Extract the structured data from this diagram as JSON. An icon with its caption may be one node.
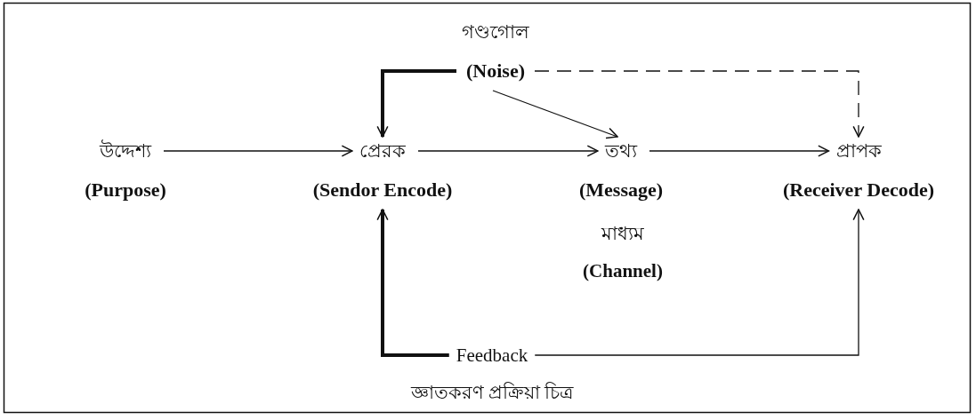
{
  "diagram": {
    "caption": "জ্ঞাতকরণ প্রক্রিয়া চিত্র",
    "nodes": [
      {
        "text": [
          "উদ্দেশ্য",
          "(Purpose)"
        ]
      },
      {
        "text": [
          "প্রেরক",
          "(Sendor Encode)"
        ]
      },
      {
        "text": [
          "তথ্য",
          "(Message)"
        ],
        "beside": [
          "মাধ্যম",
          "(Channel)"
        ]
      },
      {
        "text": [
          "প্রাপক",
          "(Receiver Decode)"
        ]
      },
      {
        "text": [
          "গণ্ডগোল",
          "(Noise)"
        ]
      },
      {
        "text": [
          "Feedback"
        ]
      }
    ],
    "edges": [
      {
        "from": 0,
        "to": 1,
        "arrow": "to"
      },
      {
        "from": 1,
        "to": 2,
        "arrow": "to"
      },
      {
        "from": 2,
        "to": 3,
        "arrow": "to"
      },
      {
        "from": 4,
        "to": 1,
        "arrow": "to",
        "style": "thick"
      },
      {
        "from": 4,
        "to": 2,
        "arrow": "to"
      },
      {
        "from": 4,
        "to": 3,
        "arrow": "to",
        "style": "dashed"
      },
      {
        "from": 5,
        "to": 1,
        "arrow": "to",
        "style": "thick"
      },
      {
        "from": 5,
        "to": 3,
        "arrow": "to"
      }
    ]
  }
}
